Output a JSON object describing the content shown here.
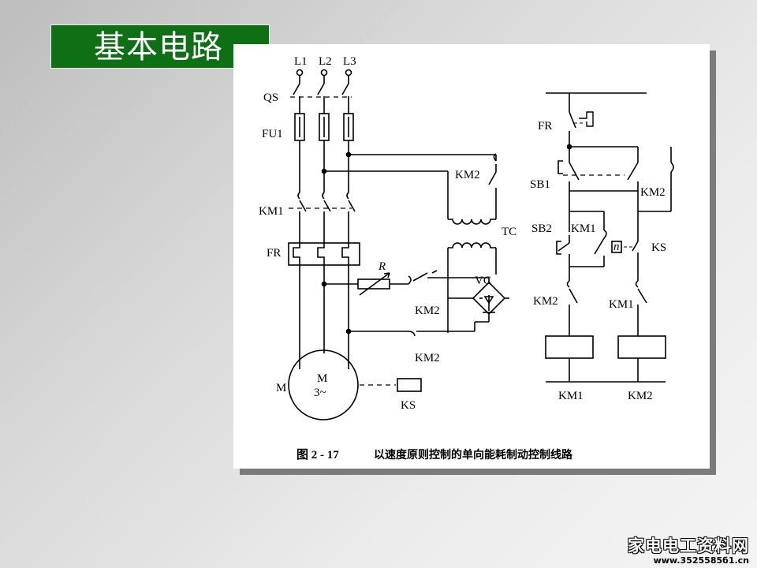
{
  "slide": {
    "title": "基本电路"
  },
  "figure": {
    "caption_number": "图 2 - 17",
    "caption_text": "以速度原则控制的单向能耗制动控制线路",
    "labels": {
      "L1": "L1",
      "L2": "L2",
      "L3": "L3",
      "QS": "QS",
      "FU1": "FU1",
      "KM1_main": "KM1",
      "FR_main": "FR",
      "M": "M",
      "M_inner": "M",
      "M_phase": "3~",
      "KS_motor": "KS",
      "KM2_top": "KM2",
      "TC": "TC",
      "R": "R",
      "VC": "VC",
      "KM2_mid": "KM2",
      "KM2_low": "KM2",
      "FR_ctrl": "FR",
      "SB1": "SB1",
      "KM2_hold": "KM2",
      "SB2": "SB2",
      "KM1_hold": "KM1",
      "KS_ctrl": "KS",
      "n": "n",
      "KM2_interlock": "KM2",
      "KM1_interlock": "KM1",
      "KM1_coil": "KM1",
      "KM2_coil": "KM2"
    }
  },
  "watermark": {
    "title": "家电电工资料网",
    "url": "www.3525585б1.cn"
  }
}
